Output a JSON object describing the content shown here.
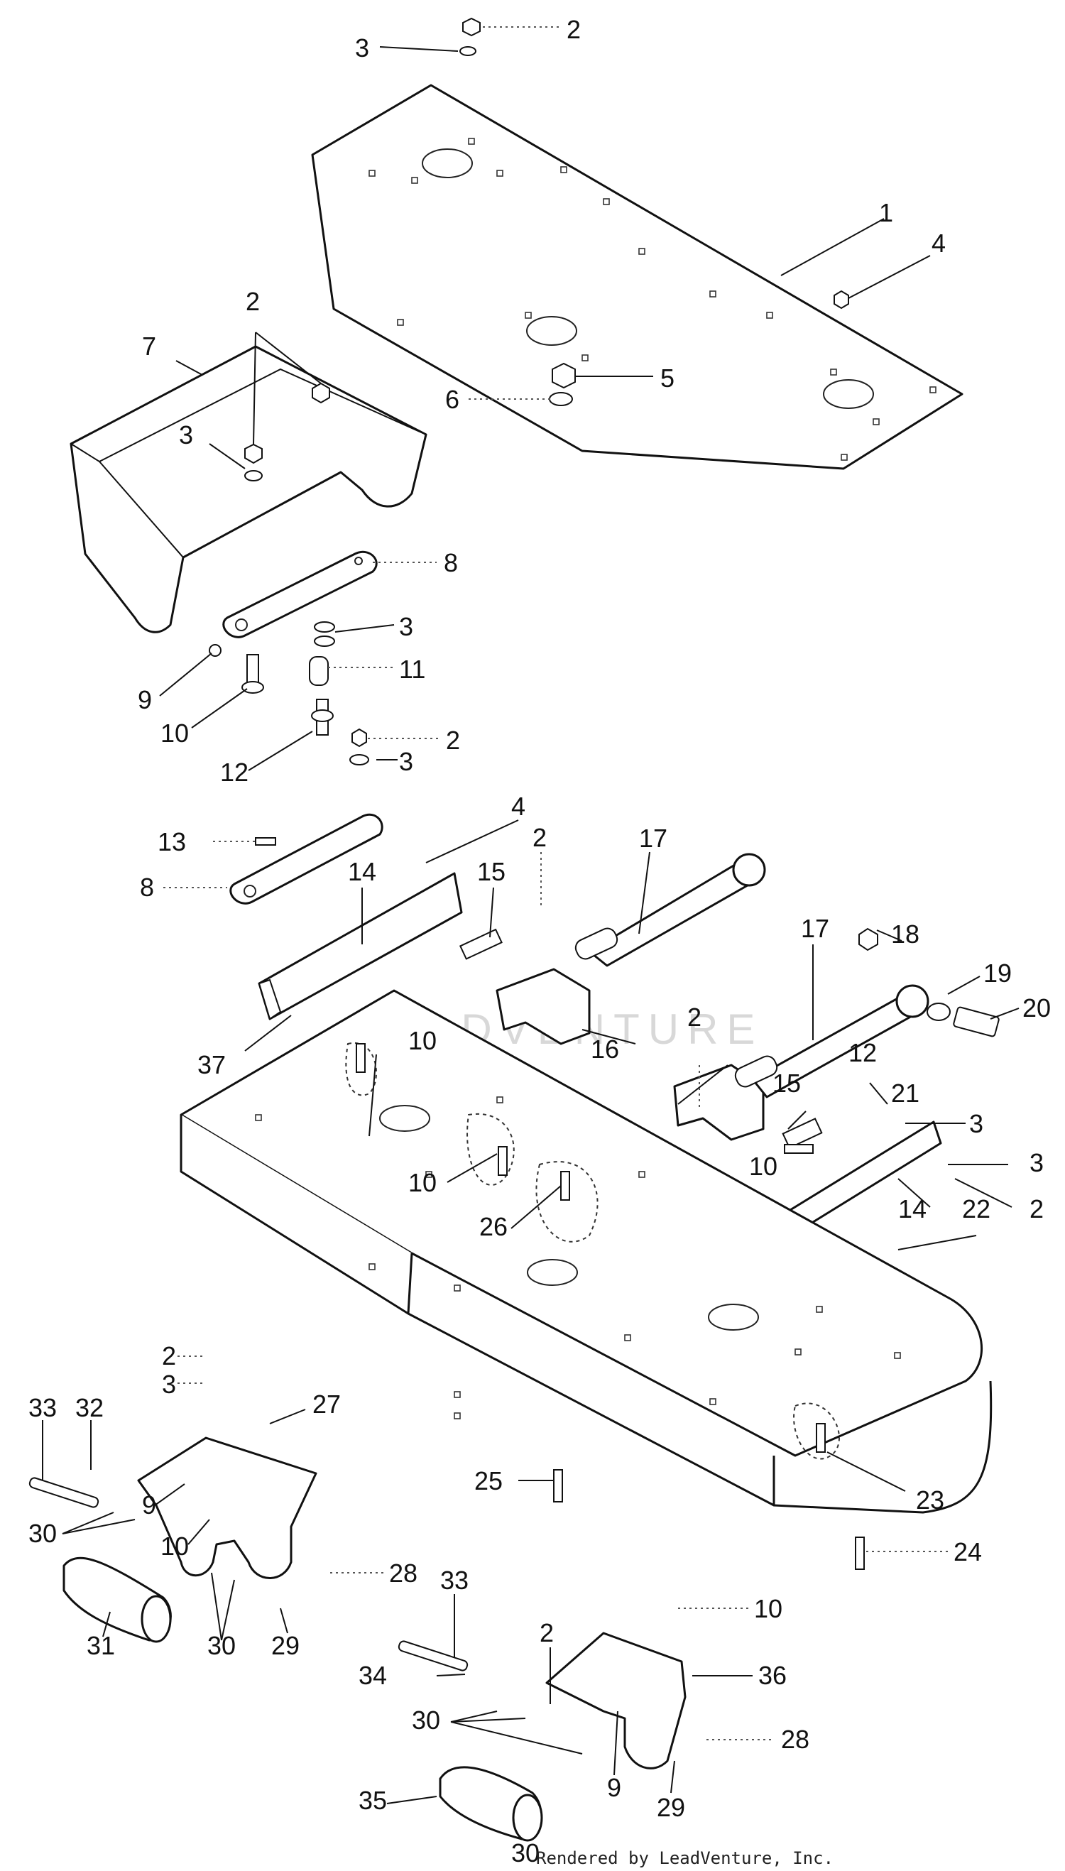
{
  "diagram": {
    "callouts": [
      "1",
      "2",
      "3",
      "4",
      "5",
      "6",
      "7",
      "8",
      "9",
      "10",
      "11",
      "12",
      "13",
      "14",
      "15",
      "16",
      "17",
      "18",
      "19",
      "20",
      "21",
      "22",
      "23",
      "24",
      "25",
      "26",
      "27",
      "28",
      "29",
      "30",
      "31",
      "32",
      "33",
      "34",
      "35",
      "36",
      "37"
    ]
  },
  "watermark": {
    "text": "LEADVENTURE"
  },
  "footer": {
    "credit": "Rendered by LeadVenture, Inc."
  }
}
